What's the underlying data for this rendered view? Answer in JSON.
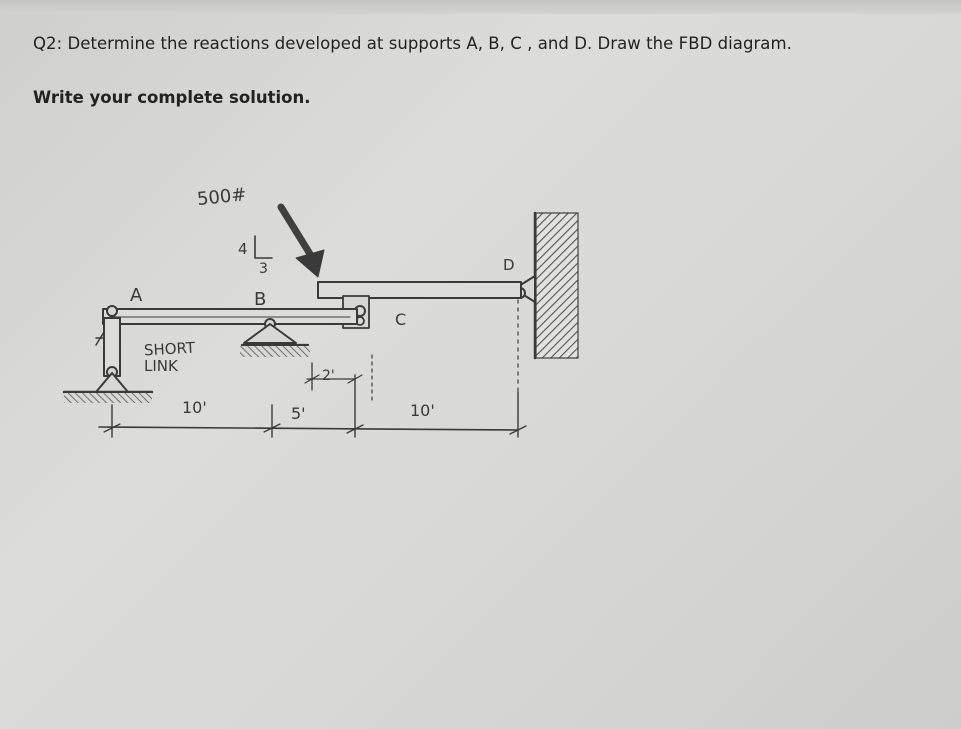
{
  "header": {
    "question": "Q2: Determine the reactions developed at supports A, B, C , and D. Draw the FBD diagram.",
    "instruction": "Write your complete solution."
  },
  "diagram": {
    "load_label": "500#",
    "slope_horizontal": "4",
    "slope_vertical": "3",
    "support_a_label": "A",
    "support_b_label": "B",
    "support_c_label": "C",
    "support_d_label": "D",
    "short_link_label_line1": "SHORT",
    "short_link_label_line2": "LINK",
    "dim_1": "10'",
    "dim_2": "5'",
    "dim_3": "2'",
    "dim_4": "10'"
  }
}
